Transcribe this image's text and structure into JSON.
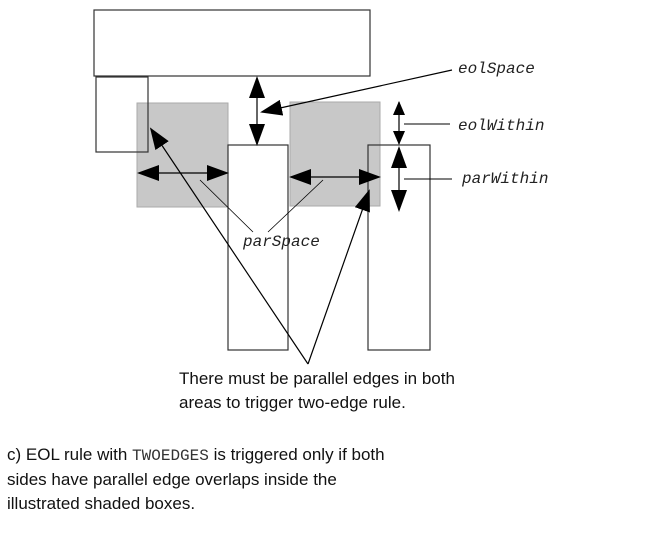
{
  "labels": {
    "eol_space": "eolSpace",
    "eol_within": "eolWithin",
    "par_within": "parWithin",
    "par_space": "parSpace"
  },
  "annotation": {
    "line1": "There must be parallel edges in both",
    "line2": "areas to trigger two-edge rule."
  },
  "caption": {
    "prefix": "c) EOL rule with ",
    "keyword": "TWOEDGES",
    "suffix": " is triggered only if both",
    "line2": "sides have parallel edge overlaps inside the",
    "line3": "illustrated shaded boxes."
  },
  "colors": {
    "shade": "#c8c8c8",
    "stroke": "#000000"
  }
}
